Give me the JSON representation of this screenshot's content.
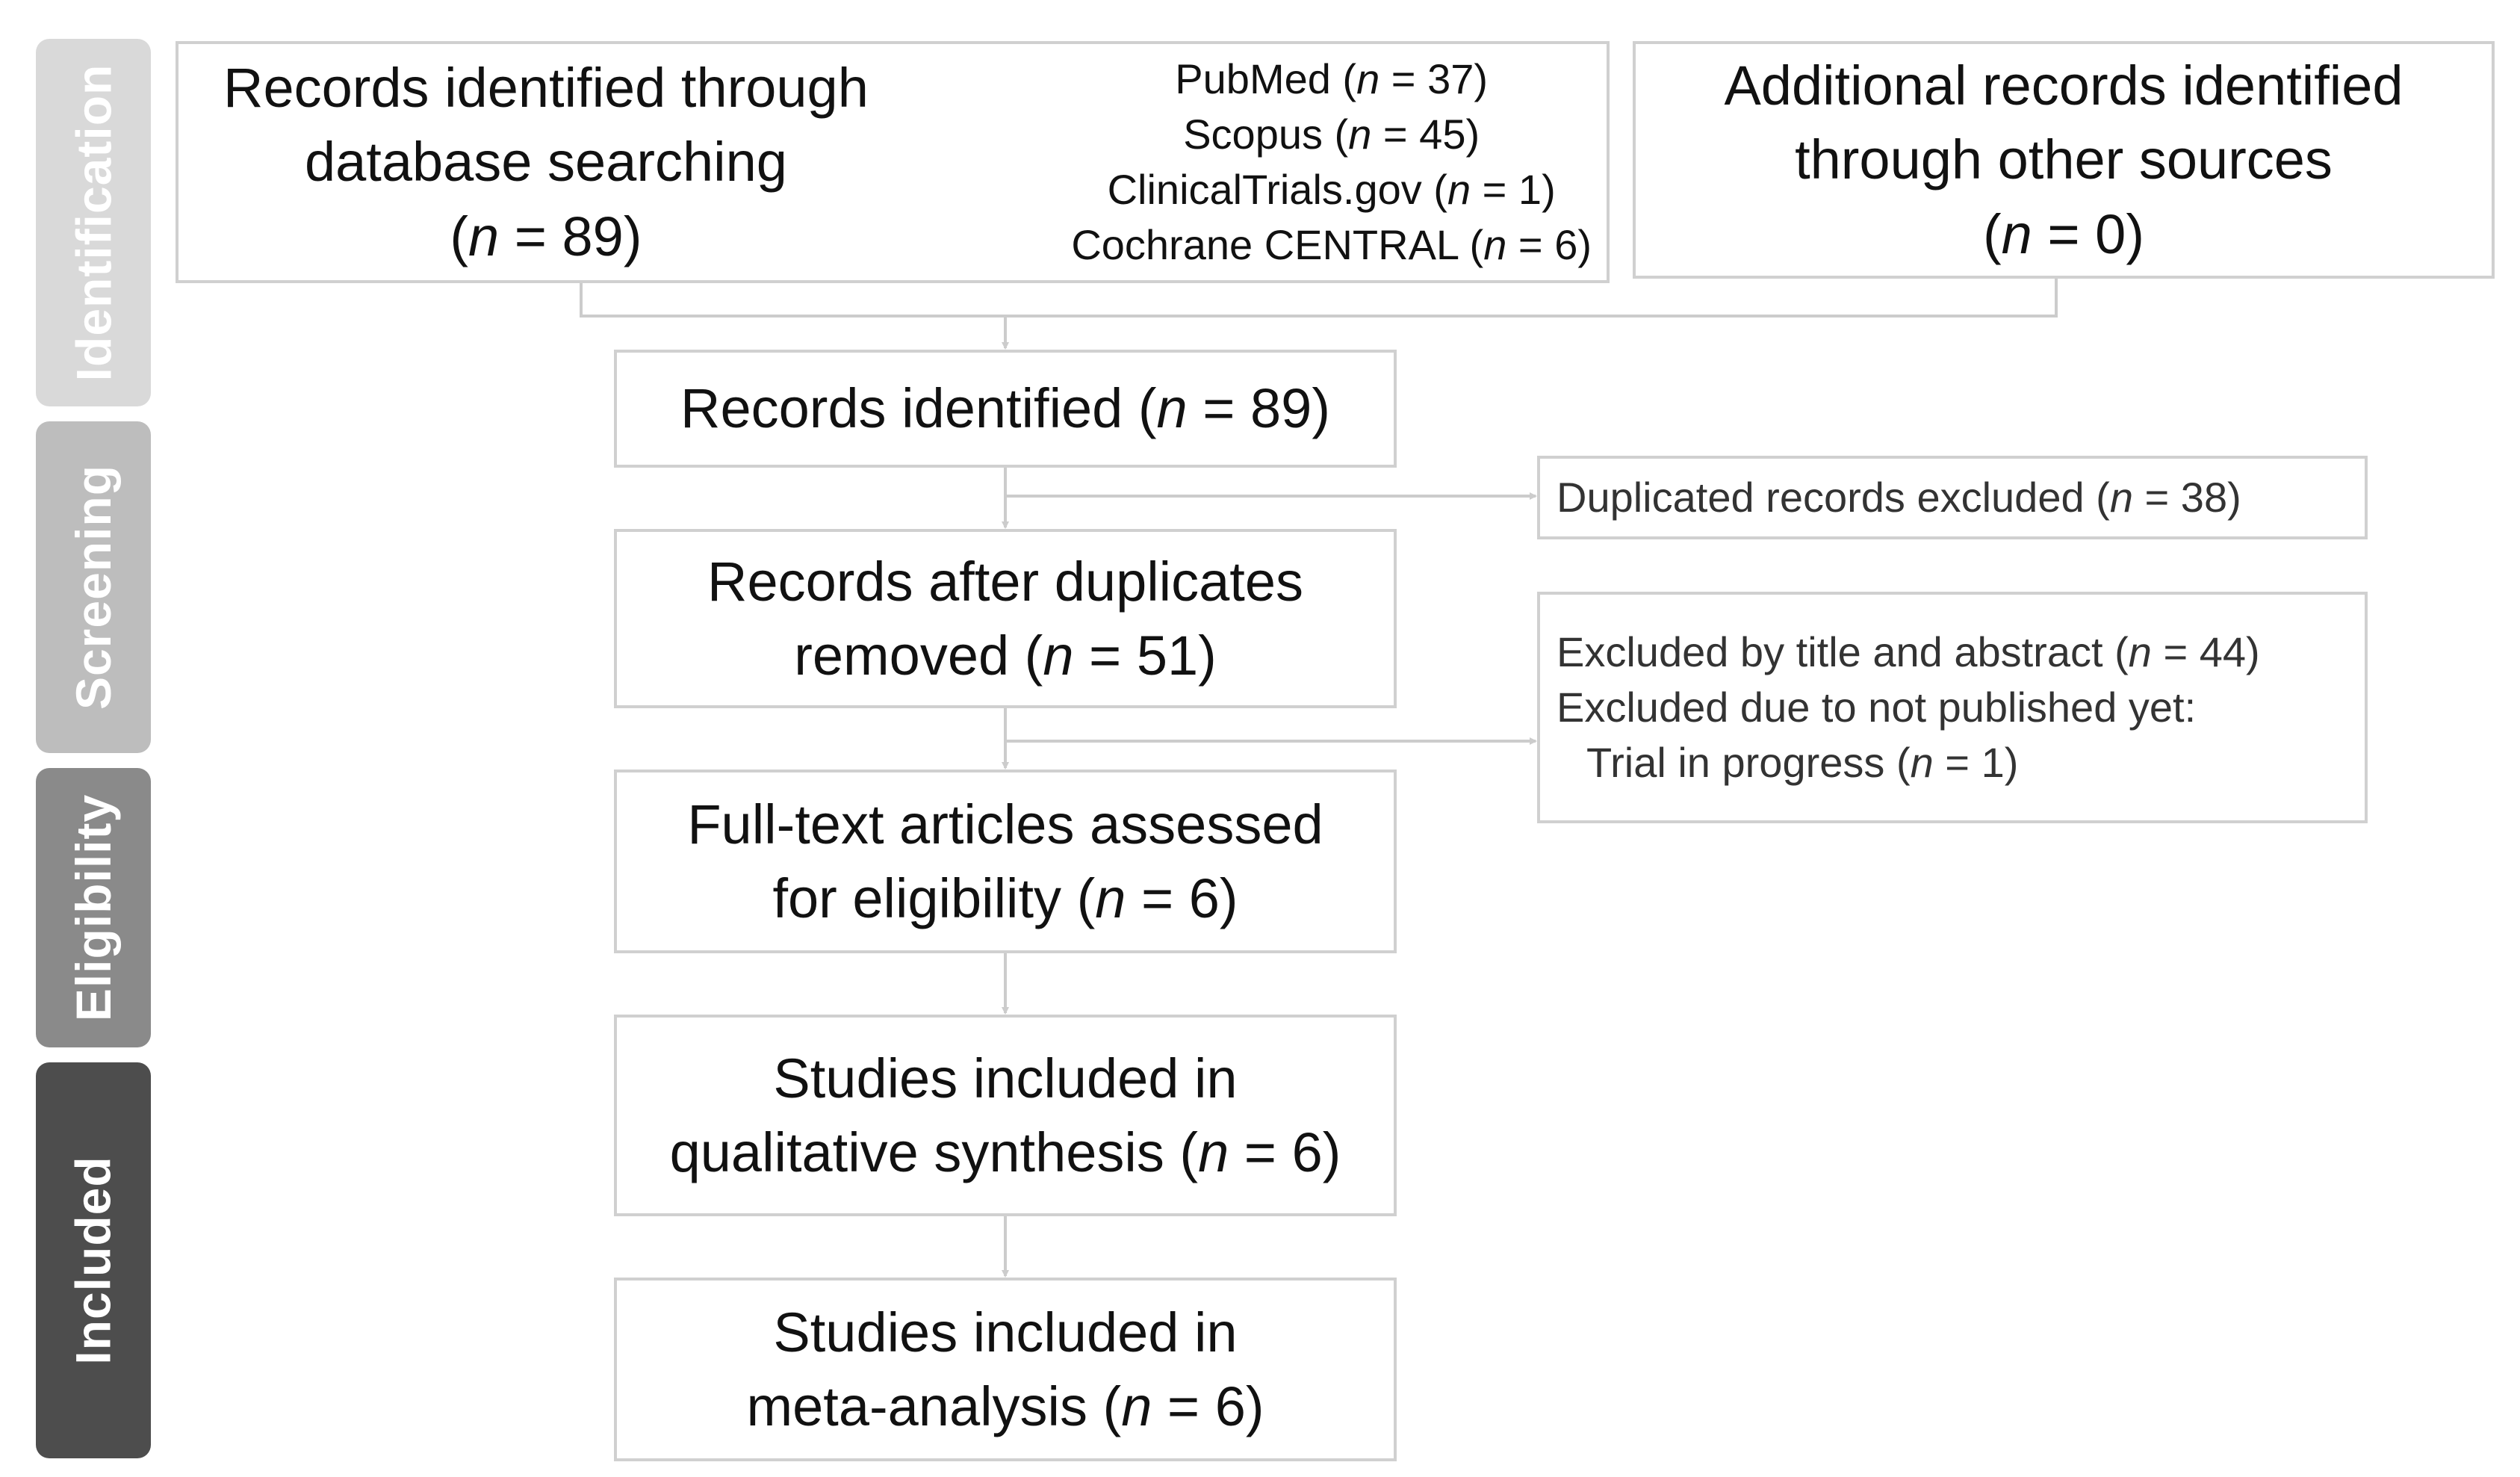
{
  "phases": {
    "identification": "Identification",
    "screening": "Screening",
    "eligibility": "Eligibility",
    "included": "Included"
  },
  "boxes": {
    "database": {
      "line1": "Records identified through",
      "line2": "database searching",
      "count_open": "(",
      "count_var": "n",
      "count_rest": " = 89)",
      "sources": [
        {
          "name": "PubMed (",
          "var": "n",
          "rest": " = 37)"
        },
        {
          "name": "Scopus (",
          "var": "n",
          "rest": " = 45)"
        },
        {
          "name": "ClinicalTrials.gov (",
          "var": "n",
          "rest": " = 1)"
        },
        {
          "name": "Cochrane CENTRAL (",
          "var": "n",
          "rest": " = 6)"
        }
      ]
    },
    "other": {
      "line1": "Additional records identified",
      "line2": "through other sources",
      "count_open": "(",
      "count_var": "n",
      "count_rest": " = 0)"
    },
    "identified": {
      "text": "Records identified (",
      "var": "n",
      "rest": " = 89)"
    },
    "after_duplicates": {
      "line1": "Records after duplicates",
      "line2_pre": "removed (",
      "var": "n",
      "line2_rest": " = 51)"
    },
    "full_text": {
      "line1": "Full-text articles assessed",
      "line2_pre": "for eligibility (",
      "var": "n",
      "line2_rest": " = 6)"
    },
    "qualitative": {
      "line1": "Studies included in",
      "line2_pre": "qualitative synthesis (",
      "var": "n",
      "line2_rest": " = 6)"
    },
    "meta": {
      "line1": "Studies included in",
      "line2_pre": "meta-analysis (",
      "var": "n",
      "line2_rest": " = 6)"
    }
  },
  "exclusions": {
    "duplicates": {
      "pre": "Duplicated records excluded (",
      "var": "n",
      "rest": " = 38)"
    },
    "screening": {
      "line1_pre": "Excluded by title and abstract (",
      "line1_var": "n",
      "line1_rest": " = 44)",
      "line2": "Excluded due to not published yet:",
      "line3_pre": "Trial in progress (",
      "line3_var": "n",
      "line3_rest": " = 1)"
    }
  },
  "colors": {
    "identification": "#d9d9d9",
    "screening": "#bdbdbd",
    "eligibility": "#8a8a8a",
    "included": "#4d4d4d",
    "border": "#d0d0d0",
    "connector": "#cccccc"
  }
}
